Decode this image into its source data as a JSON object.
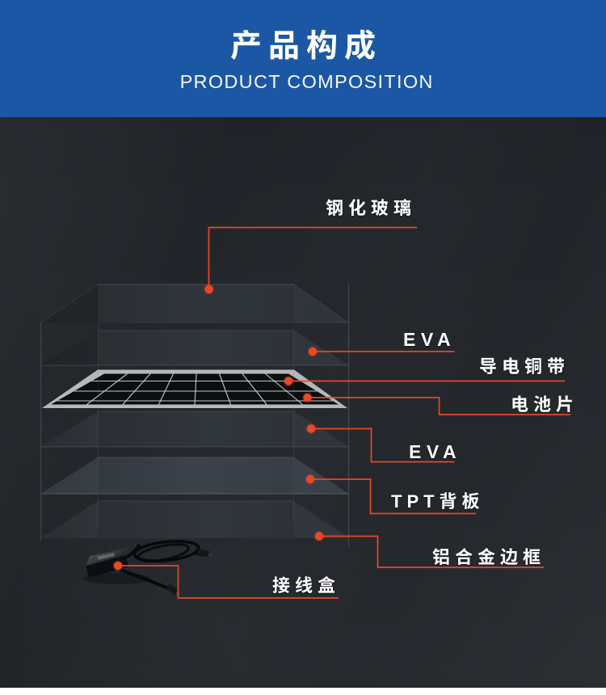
{
  "header": {
    "title_cn": "产品构成",
    "title_en": "PRODUCT COMPOSITION",
    "band_color": "#1c57a5"
  },
  "theme": {
    "background": "#23272b",
    "accent": "#e8472a",
    "label_color": "#ffffff",
    "footer_strip_color": "#fdfdfd"
  },
  "diagram": {
    "type": "exploded-stack",
    "subject": "solar panel composition",
    "layers_top_to_bottom": [
      "tempered-glass",
      "eva-top",
      "conductive-copper-strip-and-cells",
      "eva-bottom",
      "tpt-backsheet",
      "aluminum-frame",
      "junction-box"
    ],
    "labels": [
      {
        "id": "tempered-glass",
        "text": "钢化玻璃"
      },
      {
        "id": "eva-top",
        "text": "EVA"
      },
      {
        "id": "copper-strip",
        "text": "导电铜带"
      },
      {
        "id": "solar-cell",
        "text": "电池片"
      },
      {
        "id": "eva-bottom",
        "text": "EVA"
      },
      {
        "id": "tpt-backsheet",
        "text": "TPT背板"
      },
      {
        "id": "aluminum-frame",
        "text": "铝合金边框"
      },
      {
        "id": "junction-box",
        "text": "接线盒"
      }
    ]
  }
}
